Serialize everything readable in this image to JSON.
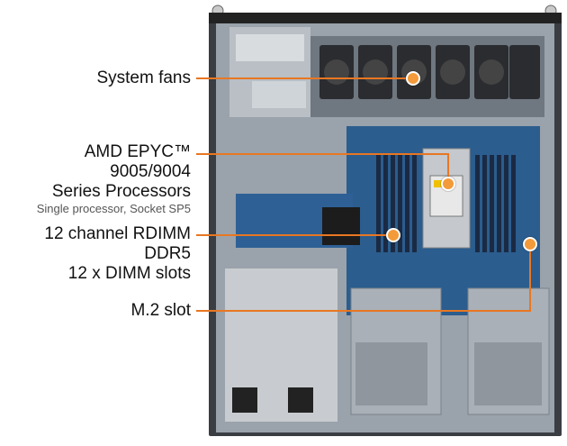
{
  "callouts": [
    {
      "id": "fans",
      "title": "System fans"
    },
    {
      "id": "cpu",
      "title_line1": "AMD EPYC™ 9005/9004",
      "title_line2": "Series Processors",
      "subtitle": "Single processor, Socket SP5"
    },
    {
      "id": "memory",
      "title_line1": "12 channel RDIMM DDR5",
      "title_line2": "12 x DIMM slots"
    },
    {
      "id": "m2",
      "title": "M.2 slot"
    }
  ],
  "colors": {
    "accent": "#e87722",
    "dot": "#f39a3a"
  }
}
